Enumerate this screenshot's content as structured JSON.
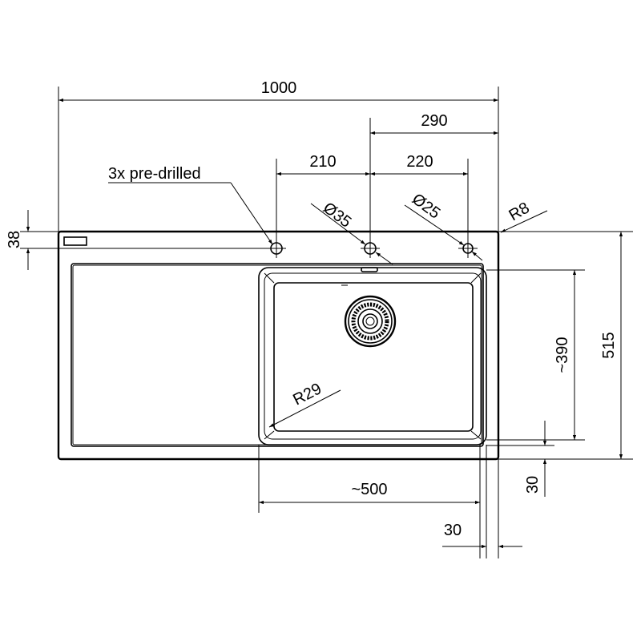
{
  "dimensions": {
    "overall_width": "1000",
    "right_edge_to_center_hole": "290",
    "hole_spacing_left": "210",
    "hole_spacing_right": "220",
    "hole_diameter_35": "Ø35",
    "hole_diameter_25": "Ø25",
    "corner_radius": "R8",
    "hole_offset": "38",
    "overall_depth": "515",
    "bowl_depth": "~390",
    "bowl_radius": "R29",
    "bowl_width": "~500",
    "bowl_bottom_offset": "30",
    "bowl_side_offset": "30"
  },
  "annotations": {
    "pre_drilled": "3x pre-drilled"
  }
}
